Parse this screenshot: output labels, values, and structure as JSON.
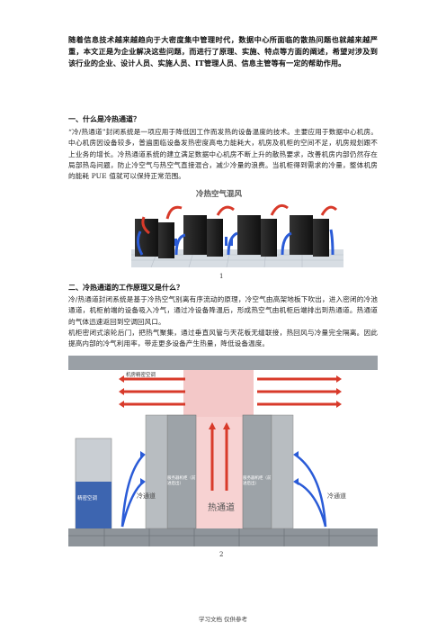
{
  "intro": "随着信息技术越来越趋向于大密度集中管理时代，数据中心所面临的散热问题也就越来越严重，本文正是为企业解决这些问题，而进行了原理、实施、特点等方面的阐述，希望对涉及到该行业的企业、设计人员、实施人员、IT管理人员、信息主管等有一定的帮助作用。",
  "section1": {
    "heading": "一、什么是冷热通道？",
    "body": "“冷/热通道”封闭系统是一项应用于降低因工作而发热的设备温度的技术。主要应用于数据中心机房。中心机房因设备较多，普遍面临设备发热密度高电力能耗大，机房及机柜的空间不足，机房规划跟不上业务的增长。冷热通道系统的建立满足数据中心机房不断上升的散热要求，改善机房内部仍然存在局部热岛问题，防止冷空气与热空气直接混合，减少冷量的浪费。当机柜得到需求的冷量，整体机房的能耗 PUE 值就可以保持正常范围。"
  },
  "figure1": {
    "title": "冷热空气混风",
    "caption": "1"
  },
  "section2": {
    "heading": "二、冷热通道的工作原理又是什么？",
    "body1": "冷/热通道封闭系统是基于冷热空气别离有序流动的原理，冷空气由高架地板下吹出，进入密闭的冷池通道，机柜前端的设备吸入冷气，通过冷设备降温后，形成热空气由机柜后端排出到热通道。热通道的气体迅速返回到空调回风口。",
    "body2": "机柜密闭式滚轮后门，把热气聚集，通过垂直风管与天花板无缝联接，热回风与冷量完全隔离。因此提高内部的冷气利用率，带走更多设备产生热量，降低设备温度。"
  },
  "figure2": {
    "label_unit": "机房精密空调",
    "label_ac": "精密空调",
    "label_cabinet_left": "服务器机柜（前进后出）",
    "label_cabinet_right": "服务器机柜（前进后出）",
    "label_hot": "热通道",
    "label_cold_left": "冷通道",
    "label_cold_right": "冷通道",
    "caption": "2"
  },
  "footer": "学习文档 仅供参考",
  "colors": {
    "cold": "#2a5bd7",
    "hot": "#d83a2a"
  }
}
